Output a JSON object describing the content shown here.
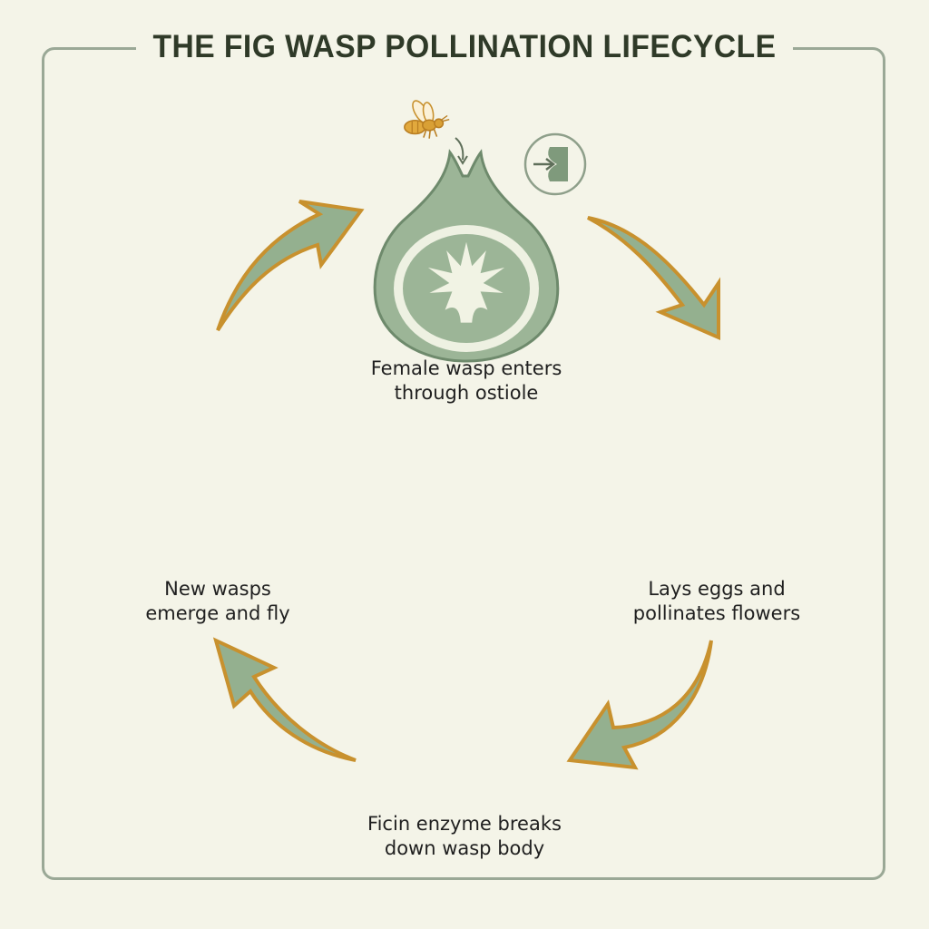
{
  "title": "THE FIG WASP POLLINATION LIFECYCLE",
  "colors": {
    "background": "#f4f4e8",
    "frame": "#9aa896",
    "fig_dark": "#6e8a6c",
    "fig_fill": "#9cb597",
    "fig_inner": "#eef1e2",
    "arrow_fill": "#94b08f",
    "arrow_outline": "#c8912e",
    "wasp": "#d9a035",
    "enzyme": "#9dcfe6",
    "title_text": "#2f3a28"
  },
  "stages": [
    {
      "id": "enter",
      "position": "top",
      "label_line1": "Female wasp enters",
      "label_line2": "through ostiole",
      "icon": "ostiole-entry-icon"
    },
    {
      "id": "pollinate",
      "position": "right",
      "label_line1": "Lays eggs and",
      "label_line2": "pollinates flowers",
      "icon": "flower-pollen-icon"
    },
    {
      "id": "digest",
      "position": "bottom",
      "label_line1": "Ficin enzyme breaks",
      "label_line2": "down wasp body",
      "icon": "molecule-icon"
    },
    {
      "id": "emerge",
      "position": "left",
      "label_line1": "New wasps",
      "label_line2": "emerge and fly",
      "icon": "wasp-swarm-icon"
    }
  ],
  "cycle_arrows": [
    {
      "from": "enter",
      "to": "pollinate",
      "direction": "clockwise"
    },
    {
      "from": "pollinate",
      "to": "digest",
      "direction": "clockwise"
    },
    {
      "from": "digest",
      "to": "emerge",
      "direction": "clockwise"
    },
    {
      "from": "emerge",
      "to": "enter",
      "direction": "clockwise"
    }
  ]
}
